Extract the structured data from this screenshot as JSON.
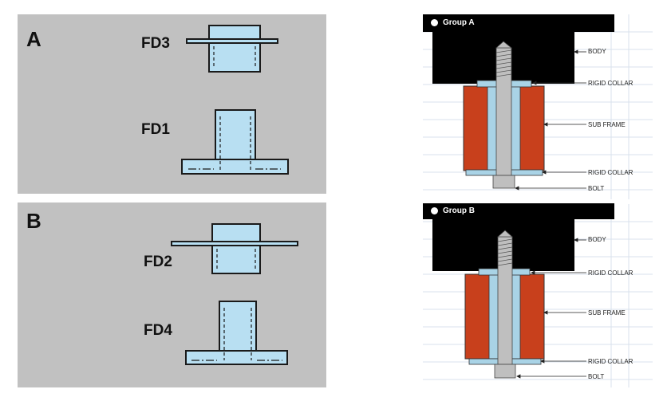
{
  "left_figure": {
    "panel_a": {
      "letter": "A",
      "top_part": "FD3",
      "bottom_part": "FD1"
    },
    "panel_b": {
      "letter": "B",
      "top_part": "FD2",
      "bottom_part": "FD4"
    }
  },
  "right_figure": {
    "group_a": {
      "header": "Group A",
      "callouts": [
        "BODY",
        "RIGID COLLAR",
        "SUB FRAME",
        "RIGID COLLAR",
        "BOLT"
      ]
    },
    "group_b": {
      "header": "Group B",
      "callouts": [
        "BODY",
        "RIGID COLLAR",
        "SUB FRAME",
        "RIGID COLLAR",
        "BOLT"
      ]
    }
  },
  "colors": {
    "panel_bg": "#c1c1c1",
    "part_fill": "#b8dff2",
    "part_stroke": "#1a1a1a",
    "body_black": "#000000",
    "rubber_orange": "#c8401c",
    "bolt_gray": "#bfbfbf",
    "collar_blue": "#a9d3e6",
    "grid_line": "#d9e2ec"
  }
}
